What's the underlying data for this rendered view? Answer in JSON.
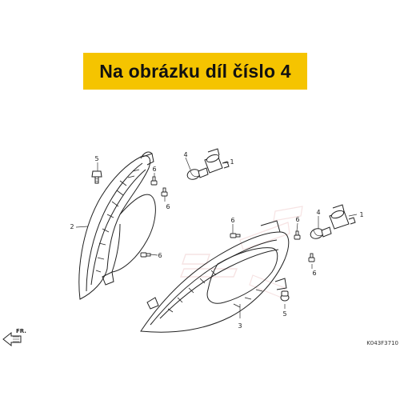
{
  "banner": {
    "text": "Na obrázku díl číslo 4",
    "background": "#f5c400"
  },
  "callouts": {
    "p1_left": "1",
    "p1_right": "1",
    "p2": "2",
    "p3": "3",
    "p4_left": "4",
    "p4_right": "4",
    "p5_left": "5",
    "p5_right": "5",
    "p6_a": "6",
    "p6_b": "6",
    "p6_c": "6",
    "p6_d": "6",
    "p6_e": "6",
    "p6_f": "6"
  },
  "direction_label": "FR.",
  "drawing_code": "K043F3710",
  "watermark_colors": {
    "accent": "#e8b0b0"
  }
}
